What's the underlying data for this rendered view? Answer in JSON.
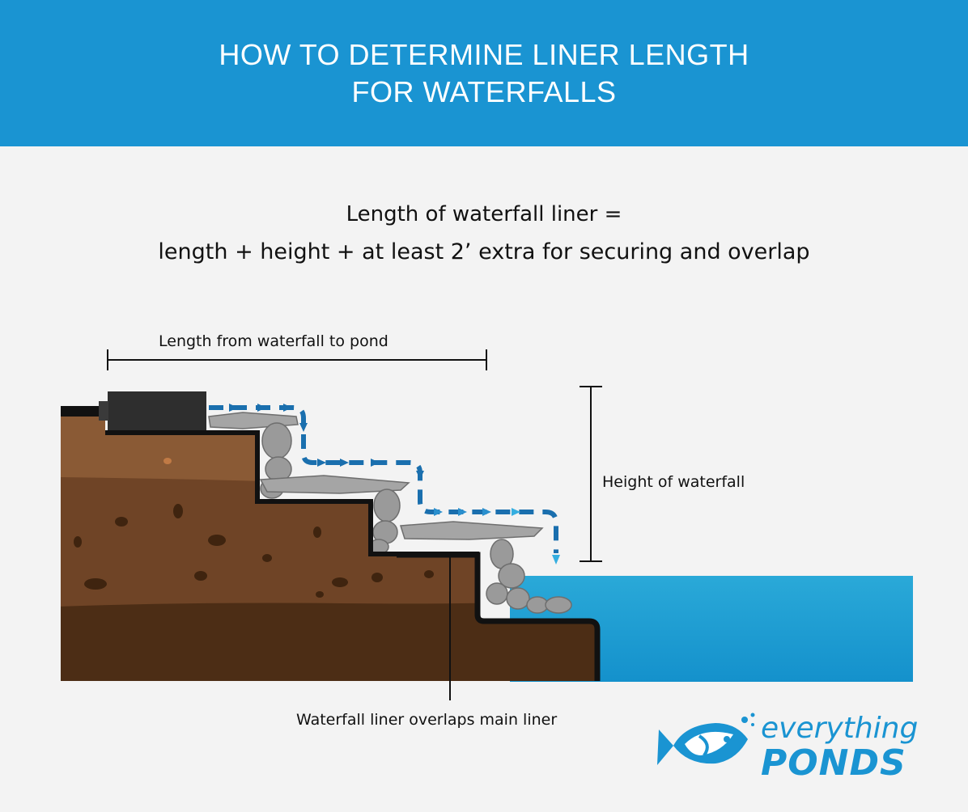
{
  "header": {
    "title_line_1": "HOW TO DETERMINE LINER LENGTH",
    "title_line_2": "FOR WATERFALLS"
  },
  "formula": {
    "line_1": "Length of waterfall liner =",
    "line_2": "length + height + at least 2’ extra for securing and overlap"
  },
  "labels": {
    "length": "Length from waterfall to pond",
    "height": "Height of waterfall",
    "overlap": "Waterfall liner overlaps main liner"
  },
  "logo": {
    "word_1": "everything",
    "word_2": "PONDS",
    "icon": "fish-icon"
  },
  "colors": {
    "header_bg": "#1a94d2",
    "water": "#23a3d4",
    "arrow_dark": "#1a6fae",
    "arrow_light": "#35aee0",
    "soil_light": "#8a5a35",
    "soil_mid": "#6f4426",
    "soil_dark": "#4c2d15",
    "liner": "#111111",
    "rock": "#9a9a9a"
  }
}
